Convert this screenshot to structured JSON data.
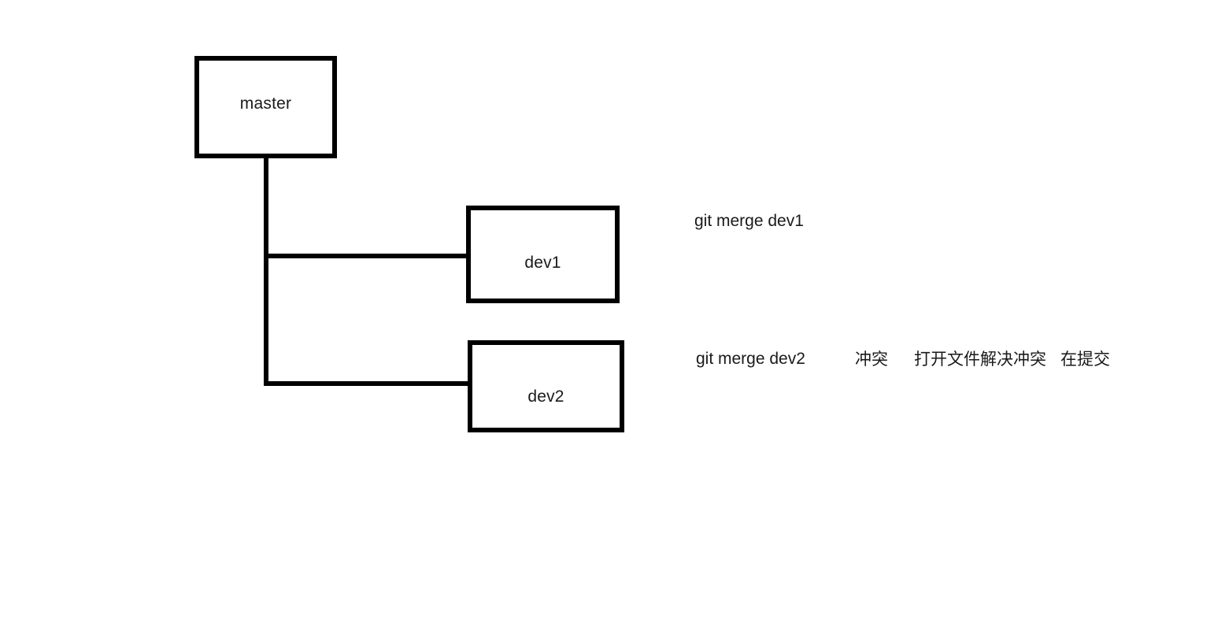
{
  "diagram": {
    "title": "git merge branch diagram",
    "background_color": "#ffffff",
    "stroke_color": "#000000",
    "text_color": "#1a1a1a",
    "nodes": [
      {
        "id": "master",
        "label": "master"
      },
      {
        "id": "dev1",
        "label": "dev1"
      },
      {
        "id": "dev2",
        "label": "dev2"
      }
    ],
    "connectors": [
      {
        "id": "trunk-vertical",
        "from": "master",
        "to": "junction"
      },
      {
        "id": "branch-line-dev1",
        "from": "trunk",
        "to": "dev1"
      },
      {
        "id": "branch-line-dev2",
        "from": "trunk",
        "to": "dev2"
      }
    ],
    "annotations": [
      {
        "id": "merge-dev1",
        "text": "git merge dev1"
      },
      {
        "id": "merge-dev2",
        "text": "git merge dev2"
      },
      {
        "id": "conflict",
        "text": "冲突"
      },
      {
        "id": "resolve",
        "text": "打开文件解决冲突"
      },
      {
        "id": "recommit",
        "text": "在提交"
      }
    ]
  }
}
